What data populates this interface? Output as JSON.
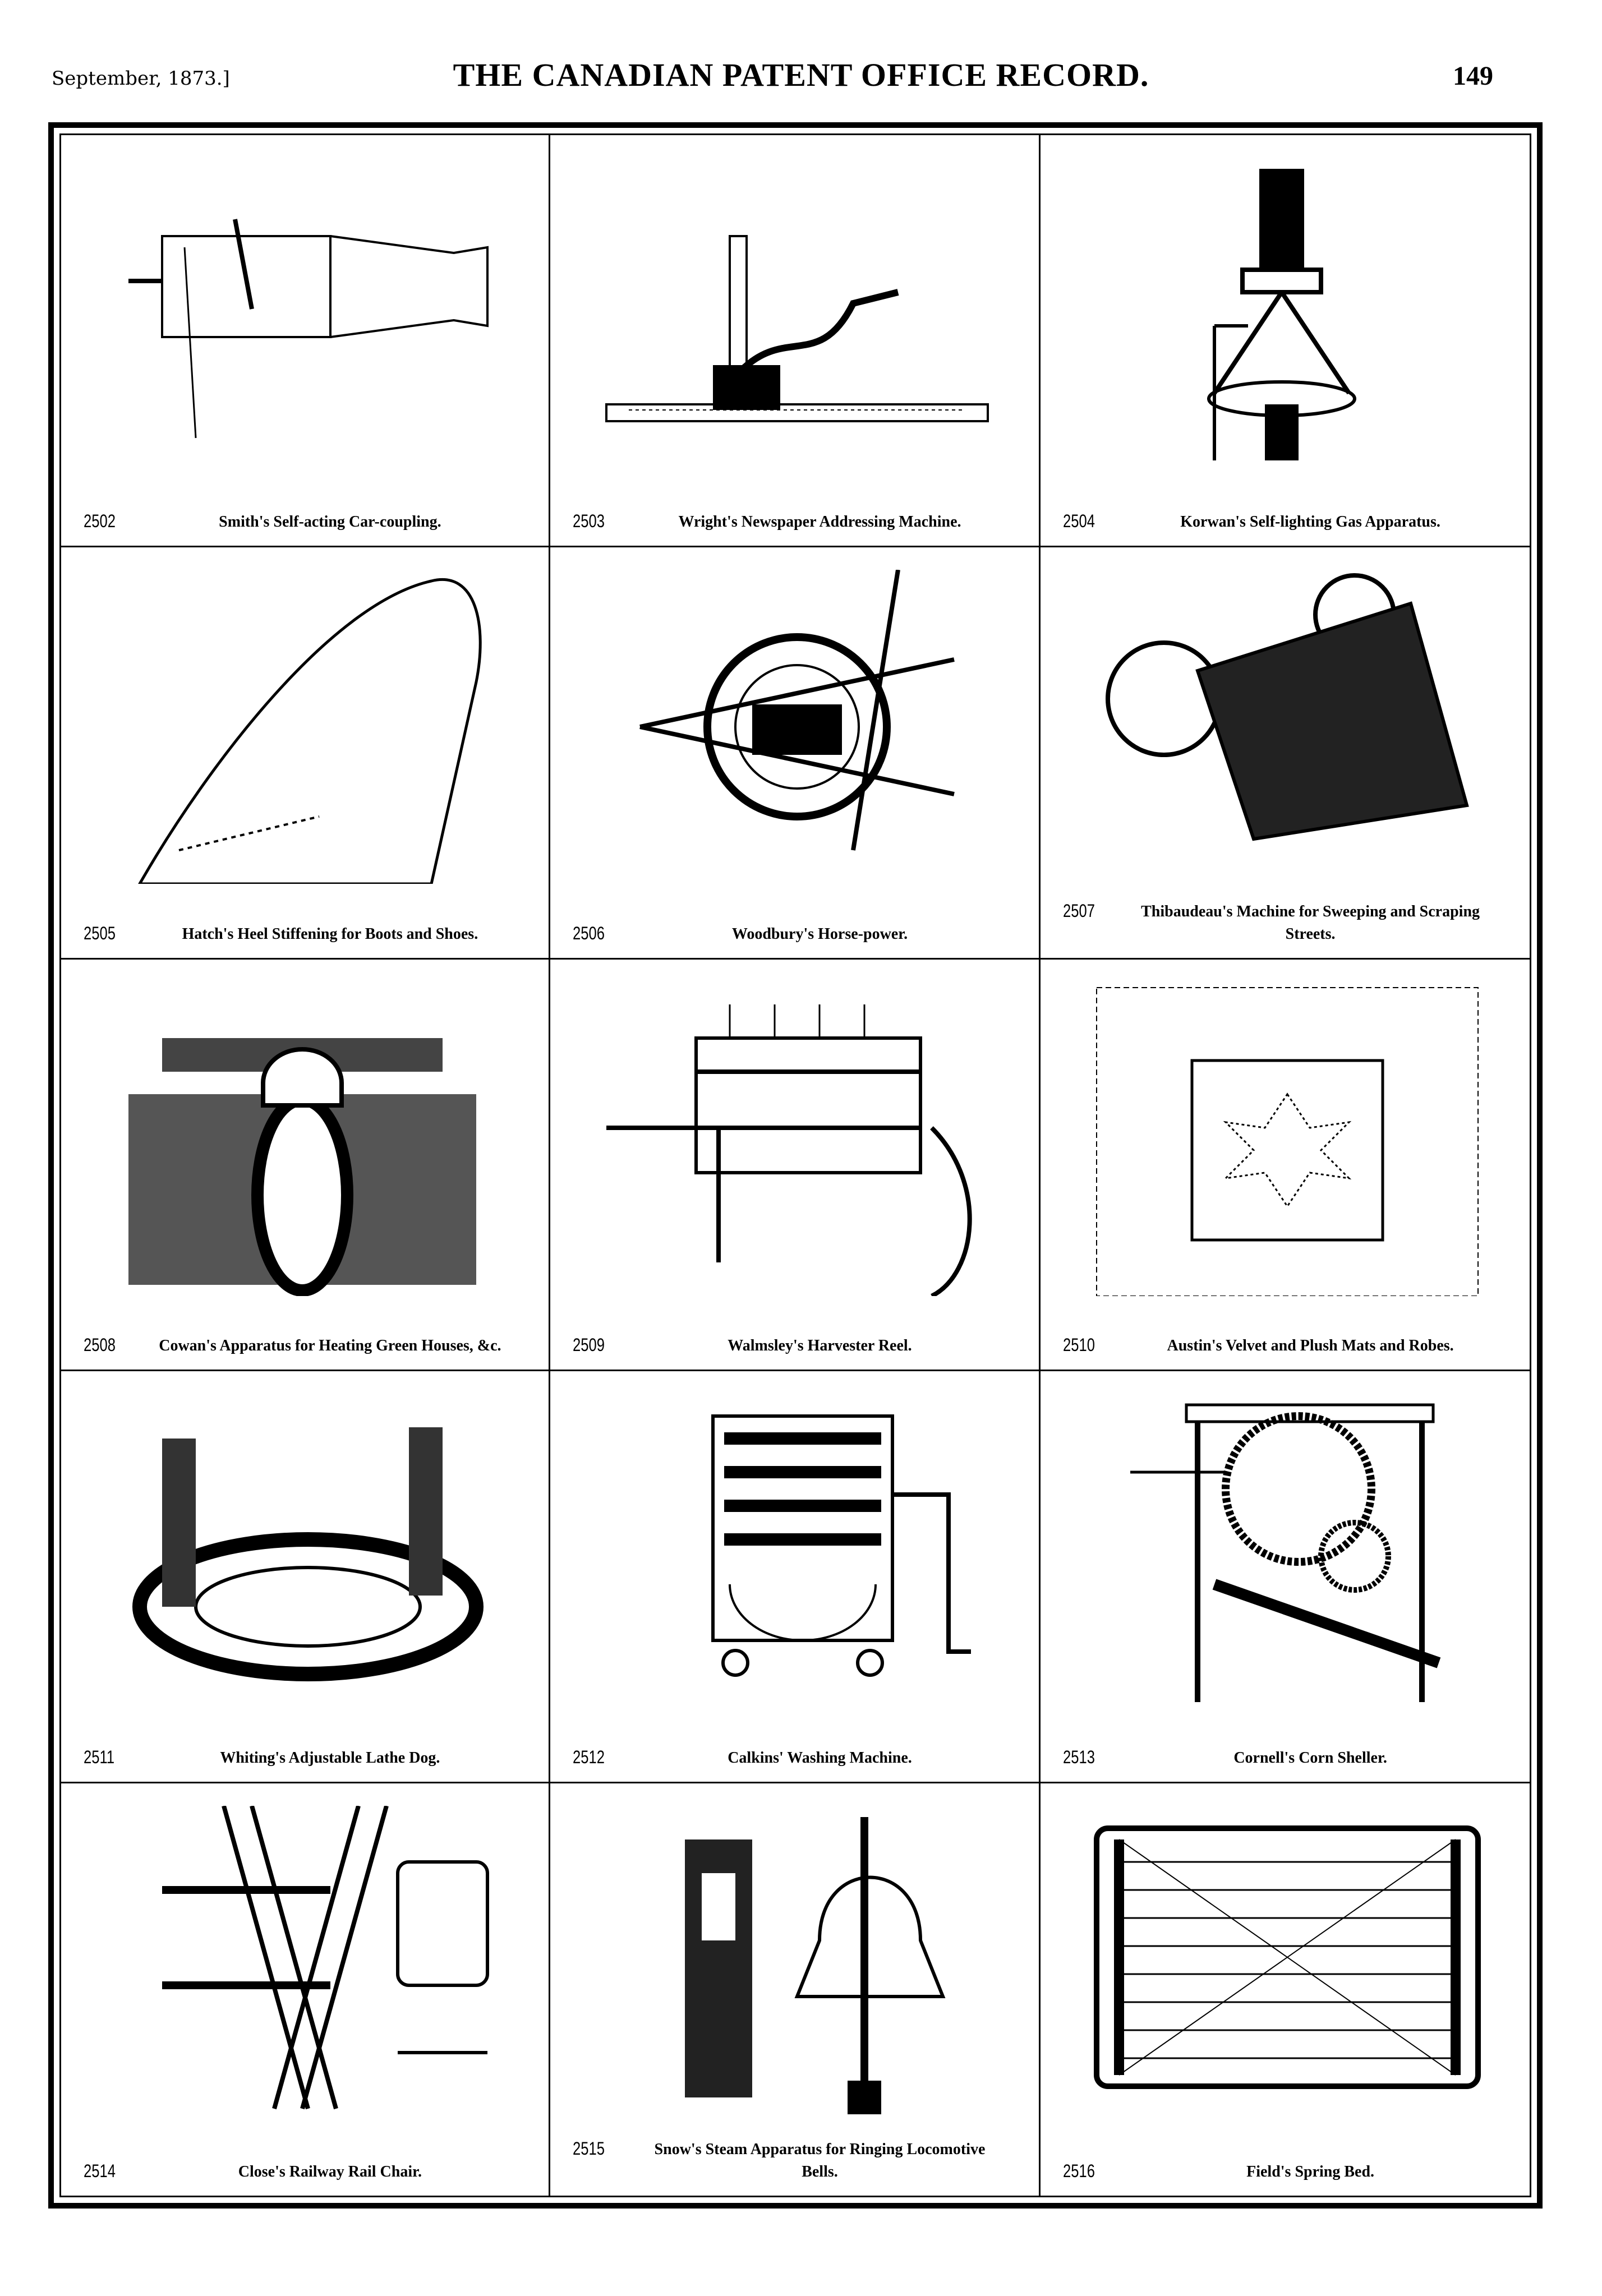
{
  "header": {
    "date": "September, 1873.]",
    "title": "THE CANADIAN PATENT OFFICE RECORD.",
    "page_number": "149"
  },
  "patents": [
    {
      "number": "2502",
      "title": "Smith's Self-acting Car-coupling.",
      "icon": "car-coupling"
    },
    {
      "number": "2503",
      "title": "Wright's Newspaper Addressing Machine.",
      "icon": "addressing-machine"
    },
    {
      "number": "2504",
      "title": "Korwan's Self-lighting Gas Apparatus.",
      "icon": "gas-apparatus"
    },
    {
      "number": "2505",
      "title": "Hatch's Heel Stiffening for Boots and Shoes.",
      "icon": "heel-stiffening"
    },
    {
      "number": "2506",
      "title": "Woodbury's Horse-power.",
      "icon": "horse-power"
    },
    {
      "number": "2507",
      "title": "Thibaudeau's Machine for Sweeping and Scraping Streets.",
      "icon": "sweeping-machine"
    },
    {
      "number": "2508",
      "title": "Cowan's Apparatus for Heating Green Houses, &c.",
      "icon": "heating-apparatus"
    },
    {
      "number": "2509",
      "title": "Walmsley's Harvester Reel.",
      "icon": "harvester-reel"
    },
    {
      "number": "2510",
      "title": "Austin's Velvet and Plush Mats and Robes.",
      "icon": "plush-mat"
    },
    {
      "number": "2511",
      "title": "Whiting's Adjustable Lathe Dog.",
      "icon": "lathe-dog"
    },
    {
      "number": "2512",
      "title": "Calkins' Washing Machine.",
      "icon": "washing-machine"
    },
    {
      "number": "2513",
      "title": "Cornell's Corn Sheller.",
      "icon": "corn-sheller"
    },
    {
      "number": "2514",
      "title": "Close's Railway Rail Chair.",
      "icon": "rail-chair"
    },
    {
      "number": "2515",
      "title": "Snow's Steam Apparatus for Ringing Locomotive Bells.",
      "icon": "bell-apparatus"
    },
    {
      "number": "2516",
      "title": "Field's Spring Bed.",
      "icon": "spring-bed"
    }
  ]
}
